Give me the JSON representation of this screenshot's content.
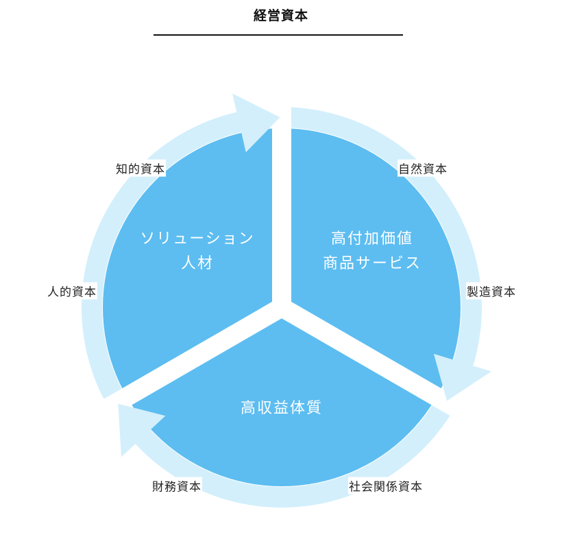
{
  "title": "経営資本",
  "colors": {
    "segment": "#5dbdf0",
    "ring": "#d3effc",
    "gap": "#ffffff"
  },
  "segments": [
    {
      "lines": [
        "ソリューション",
        "人材"
      ]
    },
    {
      "lines": [
        "高付加価値",
        "商品サービス"
      ]
    },
    {
      "lines": [
        "高収益体質"
      ]
    }
  ],
  "capitals": [
    "知的資本",
    "自然資本",
    "人的資本",
    "製造資本",
    "財務資本",
    "社会関係資本"
  ]
}
